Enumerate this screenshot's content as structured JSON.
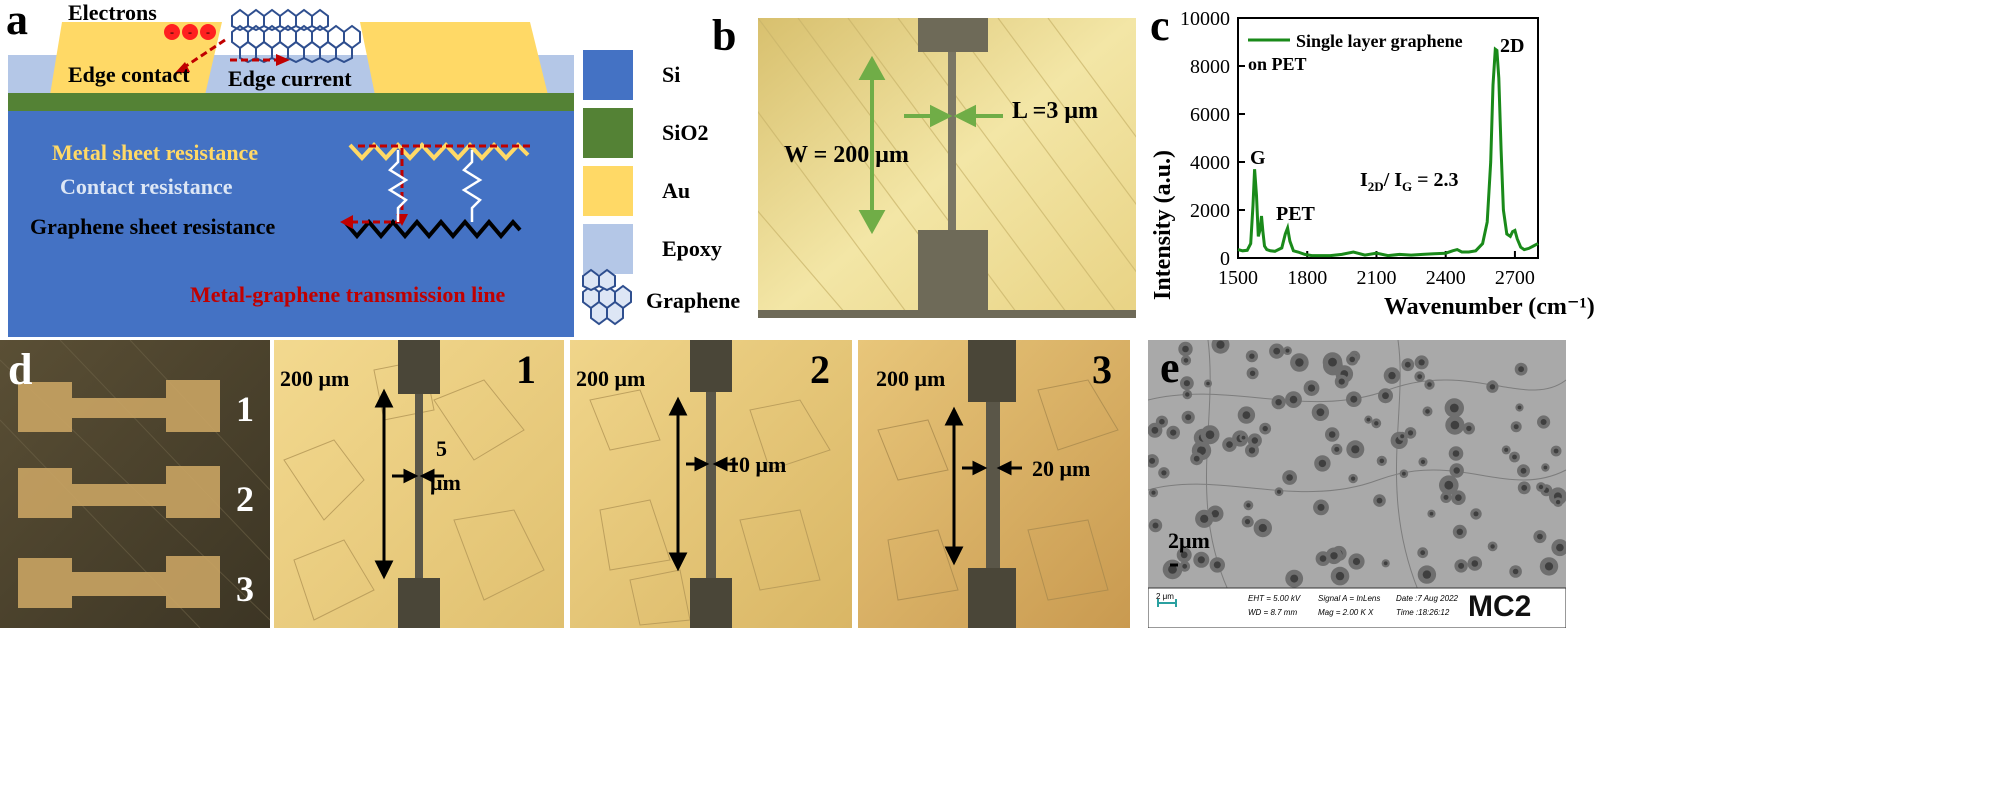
{
  "panels": {
    "a": {
      "letter": "a",
      "electrons": "Electrons",
      "edge_contact": "Edge contact",
      "edge_current": "Edge current",
      "metal_sheet": "Metal sheet resistance",
      "contact_res": "Contact resistance",
      "graphene_sheet": "Graphene sheet resistance",
      "transmission_line": "Metal-graphene transmission line",
      "legend": [
        "Si",
        "SiO2",
        "Au",
        "Epoxy",
        "Graphene"
      ],
      "colors": {
        "si": "#4472c4",
        "sio2": "#548235",
        "au": "#ffd966",
        "epoxy": "#b4c7e7",
        "red": "#c00000"
      }
    },
    "b": {
      "letter": "b",
      "w_label": "W = 200 μm",
      "l_label": "L =3 μm",
      "arrow_color": "#70ad47"
    },
    "c": {
      "letter": "c",
      "legend_line1": "Single layer graphene",
      "legend_line2": "on PET",
      "peak_2d": "2D",
      "peak_g": "G",
      "peak_pet": "PET",
      "ratio": "I2D/ IG = 2.3",
      "ratio_main_a": "I",
      "ratio_sub_a": "2D",
      "ratio_main_b": "/ I",
      "ratio_sub_b": "G",
      "ratio_tail": " = 2.3",
      "line_color": "#1a8a1a"
    },
    "d": {
      "letter": "d",
      "row_labels": [
        "1",
        "2",
        "3"
      ],
      "subpanels": [
        {
          "num": "1",
          "scale": "200 μm",
          "gap": "5",
          "gap_unit": "μm"
        },
        {
          "num": "2",
          "scale": "200 μm",
          "gap": "10 μm"
        },
        {
          "num": "3",
          "scale": "200 μm",
          "gap": "20 μm"
        }
      ]
    },
    "e": {
      "letter": "e",
      "scale": "2μm",
      "info_scale": "2 μm",
      "info_eht": "EHT = 5.00 kV",
      "info_wd": "WD = 8.7 mm",
      "info_signal": "Signal A = InLens",
      "info_mag": "Mag = 2.00 K X",
      "info_date": "Date :7 Aug 2022",
      "info_time": "Time :18:26:12",
      "logo": "MC2"
    }
  },
  "chart_data": {
    "type": "line",
    "title": "",
    "xlabel": "Wavenumber (cm⁻¹)",
    "ylabel": "Intensity (a.u.)",
    "xlim": [
      1500,
      2800
    ],
    "ylim": [
      0,
      10000
    ],
    "xticks": [
      1500,
      1800,
      2100,
      2400,
      2700
    ],
    "yticks": [
      0,
      2000,
      4000,
      6000,
      8000,
      10000
    ],
    "series": [
      {
        "name": "Single layer graphene on PET",
        "x": [
          1500,
          1520,
          1540,
          1555,
          1565,
          1572,
          1580,
          1588,
          1596,
          1602,
          1608,
          1615,
          1625,
          1640,
          1660,
          1690,
          1705,
          1715,
          1725,
          1740,
          1760,
          1790,
          1820,
          1860,
          1900,
          1950,
          2000,
          2050,
          2100,
          2150,
          2200,
          2250,
          2300,
          2350,
          2400,
          2430,
          2450,
          2470,
          2500,
          2530,
          2560,
          2580,
          2595,
          2605,
          2615,
          2622,
          2630,
          2640,
          2650,
          2665,
          2680,
          2690,
          2700,
          2710,
          2725,
          2740,
          2760,
          2780,
          2800
        ],
        "y": [
          350,
          300,
          320,
          600,
          2200,
          3700,
          2600,
          900,
          1200,
          1750,
          1100,
          500,
          350,
          300,
          280,
          420,
          1000,
          1250,
          700,
          300,
          250,
          150,
          100,
          100,
          100,
          150,
          250,
          120,
          200,
          100,
          150,
          120,
          150,
          180,
          200,
          300,
          350,
          250,
          250,
          300,
          600,
          1500,
          4000,
          7200,
          8700,
          8650,
          7500,
          4500,
          2000,
          1000,
          900,
          1100,
          1150,
          800,
          450,
          350,
          400,
          500,
          600
        ]
      }
    ]
  }
}
